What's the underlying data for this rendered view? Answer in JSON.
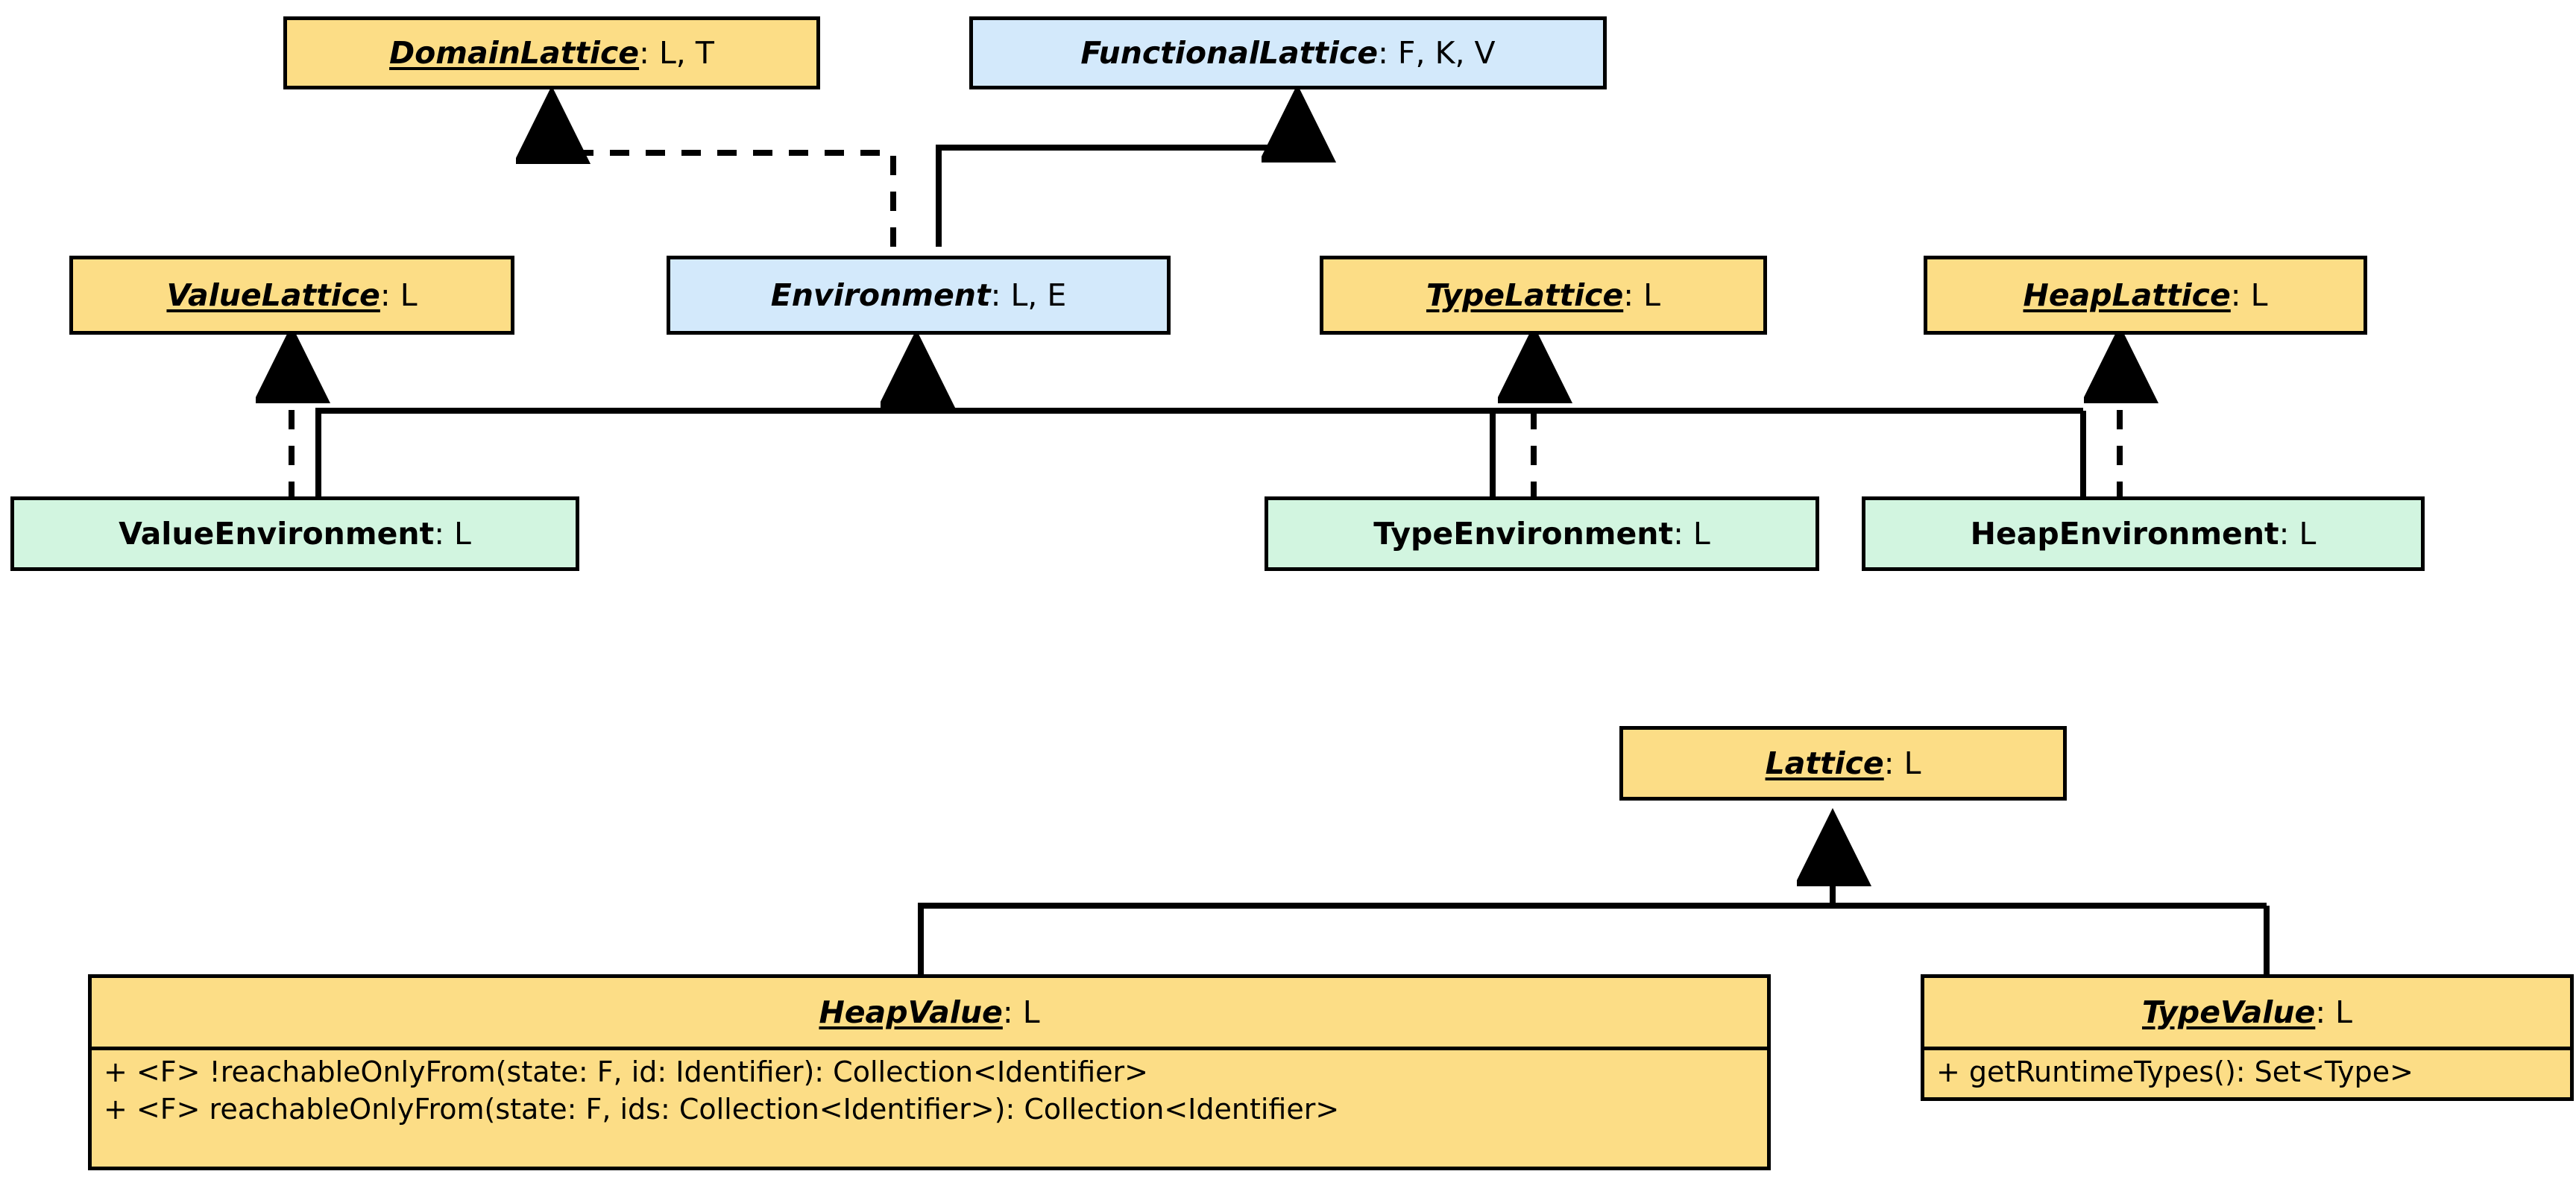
{
  "diagram": {
    "kind": "uml-class-diagram",
    "colors": {
      "abstract_interface_fill": "#fcdd86",
      "functional_fill": "#d3e9fb",
      "concrete_fill": "#d2f5e0",
      "stroke": "#000000",
      "background": "#ffffff"
    }
  },
  "nodes": {
    "domain_lattice": {
      "name": "DomainLattice",
      "params": ": L, T"
    },
    "functional_lattice": {
      "name": "FunctionalLattice",
      "params": ": F, K, V"
    },
    "value_lattice": {
      "name": "ValueLattice",
      "params": ": L"
    },
    "environment": {
      "name": "Environment",
      "params": ": L, E"
    },
    "type_lattice": {
      "name": "TypeLattice",
      "params": ": L"
    },
    "heap_lattice": {
      "name": "HeapLattice",
      "params": ": L"
    },
    "value_environment": {
      "name": "ValueEnvironment",
      "params": ": L"
    },
    "type_environment": {
      "name": "TypeEnvironment",
      "params": ": L"
    },
    "heap_environment": {
      "name": "HeapEnvironment",
      "params": ": L"
    },
    "lattice": {
      "name": "Lattice",
      "params": ": L"
    },
    "heap_value": {
      "name": "HeapValue",
      "params": ": L",
      "members": [
        "+ <F> !reachableOnlyFrom(state: F, id: Identifier): Collection<Identifier>",
        "+ <F> reachableOnlyFrom(state: F, ids: Collection<Identifier>): Collection<Identifier>"
      ]
    },
    "type_value": {
      "name": "TypeValue",
      "params": ": L",
      "members": [
        "+ getRuntimeTypes(): Set<Type>"
      ]
    }
  }
}
